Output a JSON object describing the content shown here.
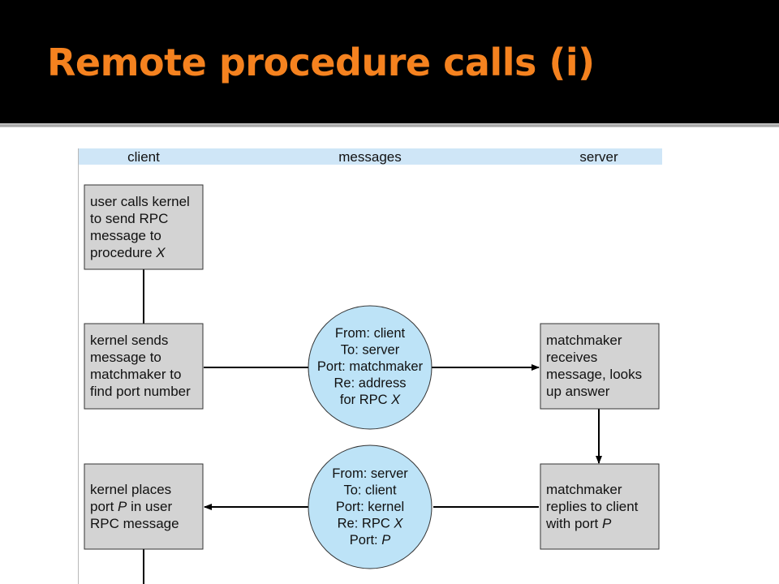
{
  "slide": {
    "title": "Remote procedure calls (i)"
  },
  "columns": {
    "client": "client",
    "messages": "messages",
    "server": "server"
  },
  "boxes": {
    "client_1": [
      [
        {
          "t": "user calls kernel"
        }
      ],
      [
        {
          "t": "to send RPC"
        }
      ],
      [
        {
          "t": "message to"
        }
      ],
      [
        {
          "t": "procedure "
        },
        {
          "t": "X",
          "i": true
        }
      ]
    ],
    "client_2": [
      [
        {
          "t": "kernel sends"
        }
      ],
      [
        {
          "t": "message to"
        }
      ],
      [
        {
          "t": "matchmaker to"
        }
      ],
      [
        {
          "t": "find port number"
        }
      ]
    ],
    "client_3": [
      [
        {
          "t": "kernel places"
        }
      ],
      [
        {
          "t": "port "
        },
        {
          "t": "P",
          "i": true
        },
        {
          "t": " in user"
        }
      ],
      [
        {
          "t": "RPC message"
        }
      ]
    ],
    "server_1": [
      [
        {
          "t": "matchmaker"
        }
      ],
      [
        {
          "t": "receives"
        }
      ],
      [
        {
          "t": "message, looks"
        }
      ],
      [
        {
          "t": "up answer"
        }
      ]
    ],
    "server_2": [
      [
        {
          "t": "matchmaker"
        }
      ],
      [
        {
          "t": "replies to client"
        }
      ],
      [
        {
          "t": "with port "
        },
        {
          "t": "P",
          "i": true
        }
      ]
    ]
  },
  "messages": {
    "request": [
      [
        {
          "t": "From: client"
        }
      ],
      [
        {
          "t": "To: server"
        }
      ],
      [
        {
          "t": "Port: matchmaker"
        }
      ],
      [
        {
          "t": "Re: address"
        }
      ],
      [
        {
          "t": "for RPC "
        },
        {
          "t": "X",
          "i": true
        }
      ]
    ],
    "reply": [
      [
        {
          "t": "From: server"
        }
      ],
      [
        {
          "t": "To: client"
        }
      ],
      [
        {
          "t": "Port: kernel"
        }
      ],
      [
        {
          "t": "Re: RPC "
        },
        {
          "t": "X",
          "i": true
        }
      ],
      [
        {
          "t": "Port: "
        },
        {
          "t": "P",
          "i": true
        }
      ]
    ]
  },
  "colors": {
    "title": "#f5821f",
    "header_band": "#cfe6f7",
    "box_fill": "#d3d3d3",
    "circle_fill": "#bde3f7"
  }
}
